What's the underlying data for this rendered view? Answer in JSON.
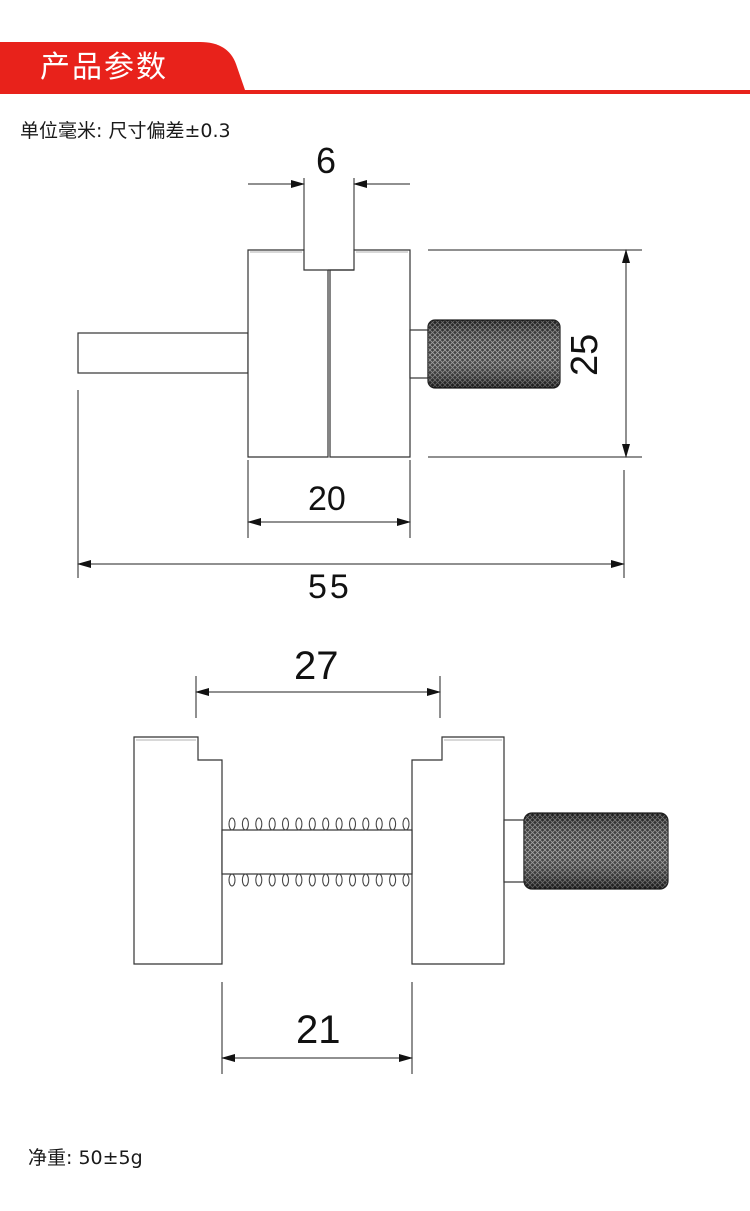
{
  "header": {
    "title": "产品参数",
    "accent_color": "#e8221b"
  },
  "notes": {
    "unit": "单位毫米: 尺寸偏差±0.3",
    "weight": "净重: 50±5g"
  },
  "dimensions": {
    "slot_width": "6",
    "body_height": "25",
    "body_width": "20",
    "total_length": "55",
    "open_width": "27",
    "inner_gap": "21"
  },
  "icons": {
    "knob": "knurled-knob-icon",
    "spring": "spring-icon",
    "arrow": "arrow-icon"
  }
}
